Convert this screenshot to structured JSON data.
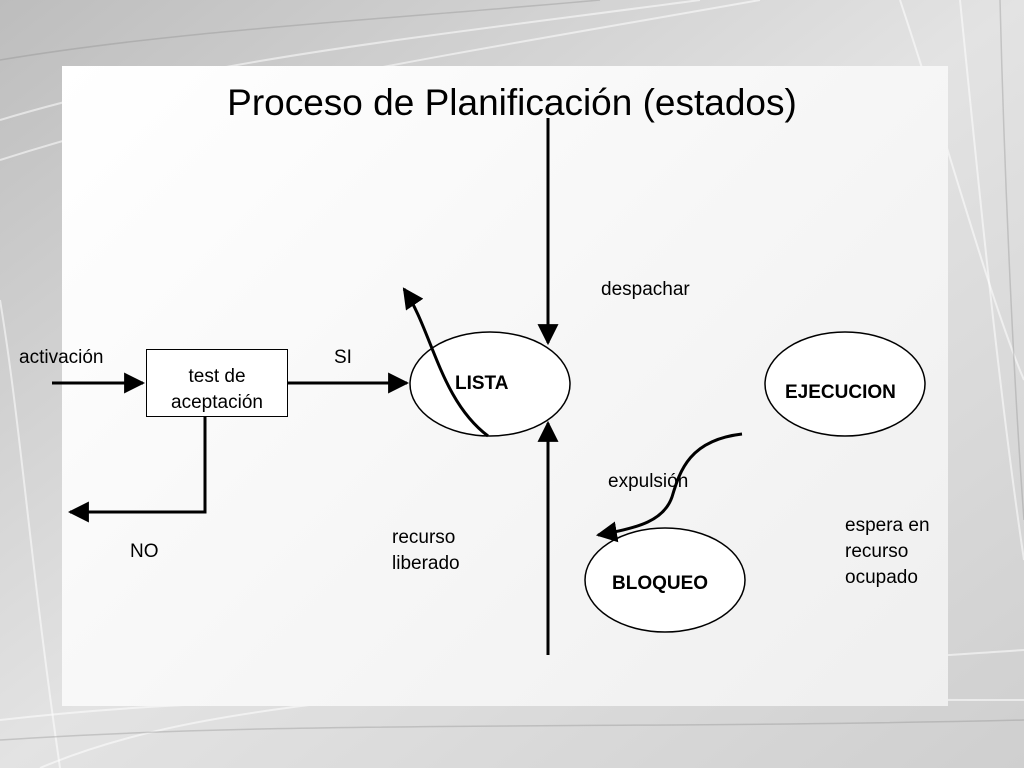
{
  "title": "Proceso de Planificación (estados)",
  "states": {
    "lista": "LISTA",
    "ejecucion": "EJECUCION",
    "bloqueo": "BLOQUEO"
  },
  "test_box": {
    "line1": "test de",
    "line2": "aceptación"
  },
  "labels": {
    "activacion": "activación",
    "si": "SI",
    "no": "NO",
    "despachar": "despachar",
    "expulsion": "expulsión",
    "recurso_liberado_1": "recurso",
    "recurso_liberado_2": "liberado",
    "espera_1": "espera en",
    "espera_2": "recurso",
    "espera_3": "ocupado"
  }
}
